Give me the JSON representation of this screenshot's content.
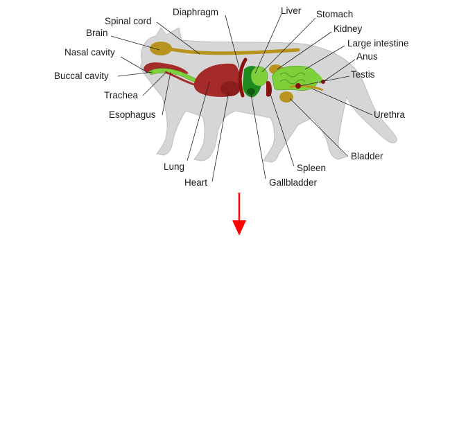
{
  "diagram": {
    "labels": {
      "spinal_cord": "Spinal cord",
      "diaphragm": "Diaphragm",
      "liver": "Liver",
      "stomach": "Stomach",
      "brain": "Brain",
      "kidney": "Kidney",
      "nasal_cavity": "Nasal cavity",
      "large_intestine": "Large intestine",
      "anus": "Anus",
      "buccal_cavity": "Buccal cavity",
      "testis": "Testis",
      "trachea": "Trachea",
      "esophagus": "Esophagus",
      "urethra": "Urethra",
      "bladder": "Bladder",
      "lung": "Lung",
      "spleen": "Spleen",
      "heart": "Heart",
      "gallbladder": "Gallbladder"
    },
    "colors": {
      "silhouette": "#d6d6d6",
      "nervous": "#b8941f",
      "respiratory_dark": "#a52a2a",
      "digestive_light": "#7fd13b",
      "digestive_mid": "#5cb85c",
      "liver": "#1f8a1f",
      "arrow": "#ff0000"
    },
    "arrow_icon": "down-arrow-icon"
  }
}
